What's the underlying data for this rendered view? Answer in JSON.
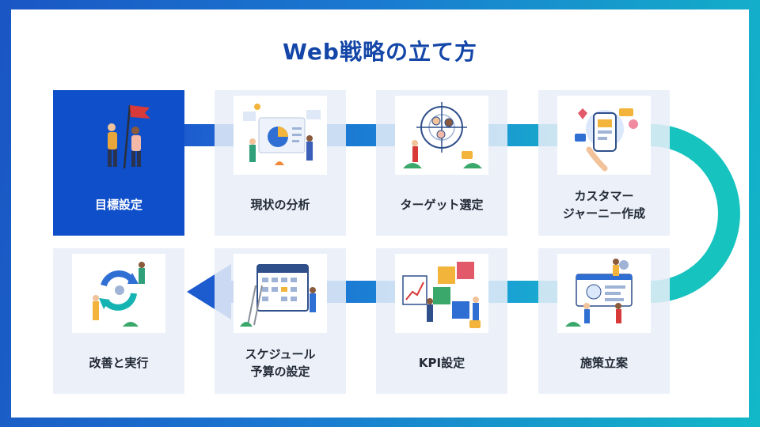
{
  "title": "Web戦略の立て方",
  "steps": [
    {
      "label": "目標設定",
      "icon": "team-flag-icon"
    },
    {
      "label": "現状の分析",
      "icon": "analysis-dashboard-icon"
    },
    {
      "label": "ターゲット選定",
      "icon": "target-audience-icon"
    },
    {
      "label": "カスタマー\nジャーニー作成",
      "icon": "customer-journey-icon"
    },
    {
      "label": "施策立案",
      "icon": "strategy-planning-icon"
    },
    {
      "label": "KPI設定",
      "icon": "kpi-blocks-icon"
    },
    {
      "label": "スケジュール\n予算の設定",
      "icon": "schedule-calendar-icon"
    },
    {
      "label": "改善と実行",
      "icon": "improvement-cycle-icon"
    }
  ],
  "colors": {
    "active_card": "#0f4fc9",
    "card": "#e8eef8",
    "title": "#1346a8",
    "arrow_start": "#1d5ccf",
    "arrow_end": "#16c3bf"
  }
}
